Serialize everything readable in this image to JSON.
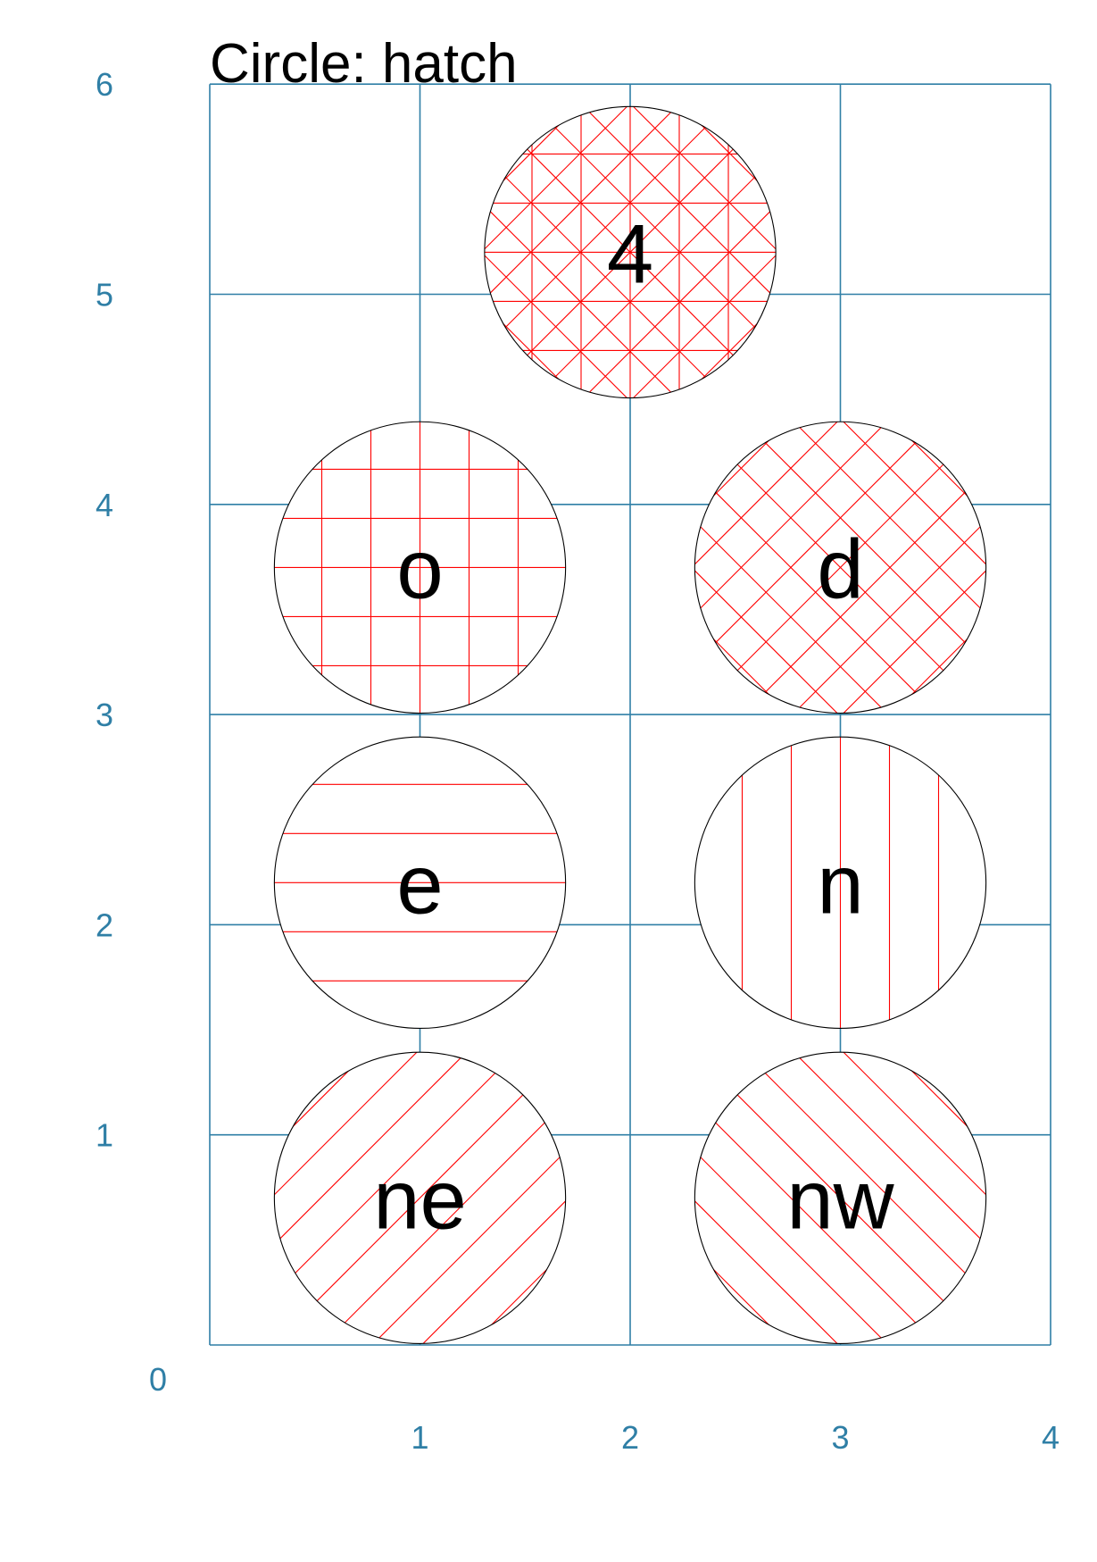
{
  "title": "Circle: hatch",
  "colors": {
    "grid": "#2f7fa6",
    "hatch": "#ff0000",
    "outline": "#000000",
    "text": "#000000",
    "tick_text": "#2f7fa6"
  },
  "axes": {
    "x_ticks": [
      "1",
      "2",
      "3",
      "4"
    ],
    "y_ticks": [
      "0",
      "1",
      "2",
      "3",
      "4",
      "5",
      "6"
    ]
  },
  "circles": [
    {
      "label": "4",
      "pattern": "cross-diagonal-cross",
      "cx": 2,
      "cy": 5.2,
      "r": 0.7
    },
    {
      "label": "o",
      "pattern": "orthogonal-cross",
      "cx": 1,
      "cy": 3.7,
      "r": 0.7
    },
    {
      "label": "d",
      "pattern": "diagonal-cross",
      "cx": 3,
      "cy": 3.7,
      "r": 0.7
    },
    {
      "label": "e",
      "pattern": "horizontal",
      "cx": 1,
      "cy": 2.2,
      "r": 0.7
    },
    {
      "label": "n",
      "pattern": "vertical",
      "cx": 3,
      "cy": 2.2,
      "r": 0.7
    },
    {
      "label": "ne",
      "pattern": "diagonal-ne",
      "cx": 1,
      "cy": 0.7,
      "r": 0.7
    },
    {
      "label": "nw",
      "pattern": "diagonal-nw",
      "cx": 3,
      "cy": 0.7,
      "r": 0.7
    }
  ]
}
